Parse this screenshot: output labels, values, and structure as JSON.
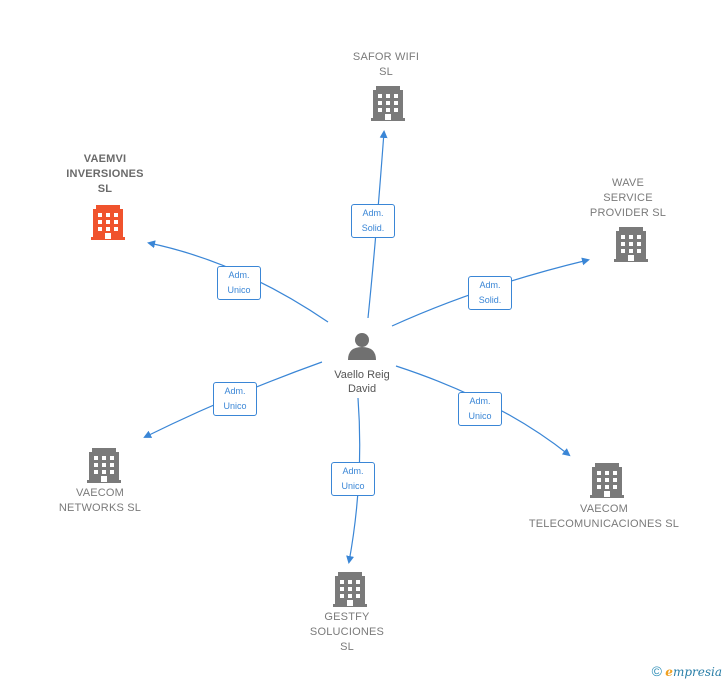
{
  "center": {
    "name": "Vaello Reig\nDavid"
  },
  "companies": [
    {
      "id": "safor",
      "name": "SAFOR WIFI\nSL",
      "highlight": false
    },
    {
      "id": "vaemvi",
      "name": "VAEMVI\nINVERSIONES\nSL",
      "highlight": true
    },
    {
      "id": "wave",
      "name": "WAVE\nSERVICE\nPROVIDER  SL",
      "highlight": false
    },
    {
      "id": "networks",
      "name": "VAECOM\nNETWORKS  SL",
      "highlight": false
    },
    {
      "id": "telecom",
      "name": "VAECOM\nTELECOMUNICACIONES SL",
      "highlight": false
    },
    {
      "id": "gestfy",
      "name": "GESTFY\nSOLUCIONES\nSL",
      "highlight": false
    }
  ],
  "edges": [
    {
      "to": "safor",
      "label": "Adm.\nSolid."
    },
    {
      "to": "vaemvi",
      "label": "Adm.\nUnico"
    },
    {
      "to": "wave",
      "label": "Adm.\nSolid."
    },
    {
      "to": "networks",
      "label": "Adm.\nUnico"
    },
    {
      "to": "telecom",
      "label": "Adm.\nUnico"
    },
    {
      "to": "gestfy",
      "label": "Adm.\nUnico"
    }
  ],
  "colors": {
    "edge": "#3a86d6",
    "building": "#7a7a7a",
    "building_highlight": "#f0532d",
    "person": "#707070"
  },
  "footer": {
    "copyright": "©",
    "brand_first": "e",
    "brand_rest": "mpresia"
  }
}
